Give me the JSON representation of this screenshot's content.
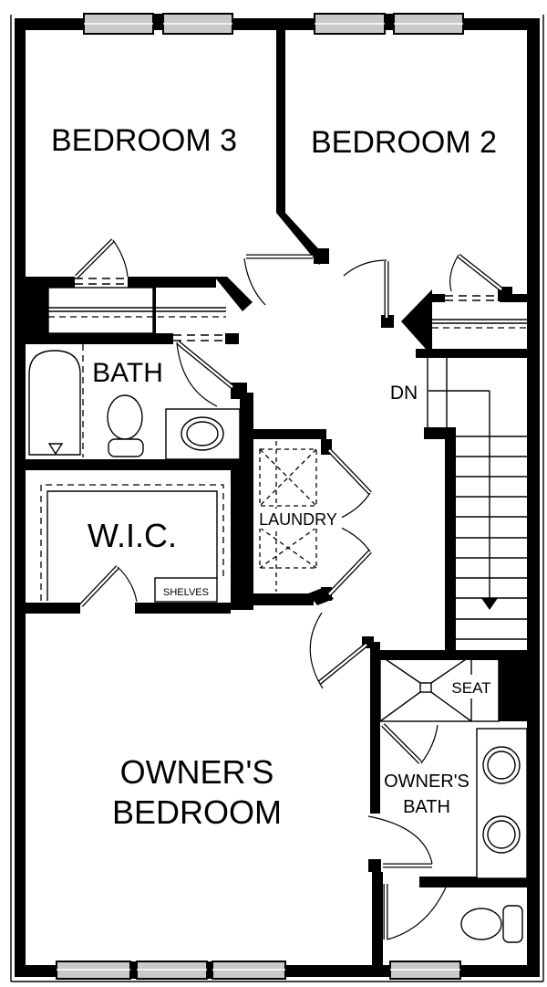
{
  "colors": {
    "wall": "#000000",
    "window_fill": "#c9c9c9",
    "line": "#000000",
    "background": "#ffffff"
  },
  "rooms": {
    "bedroom3": {
      "label": "BEDROOM 3"
    },
    "bedroom2": {
      "label": "BEDROOM 2"
    },
    "bath": {
      "label": "BATH"
    },
    "wic": {
      "label": "W.I.C."
    },
    "laundry": {
      "label": "LAUNDRY"
    },
    "owners_bedroom": {
      "label_line1": "OWNER'S",
      "label_line2": "BEDROOM"
    },
    "owners_bath": {
      "label_line1": "OWNER'S",
      "label_line2": "BATH"
    }
  },
  "annotations": {
    "stairs_down": "DN",
    "shelves": "SHELVES",
    "shower_seat": "SEAT"
  }
}
